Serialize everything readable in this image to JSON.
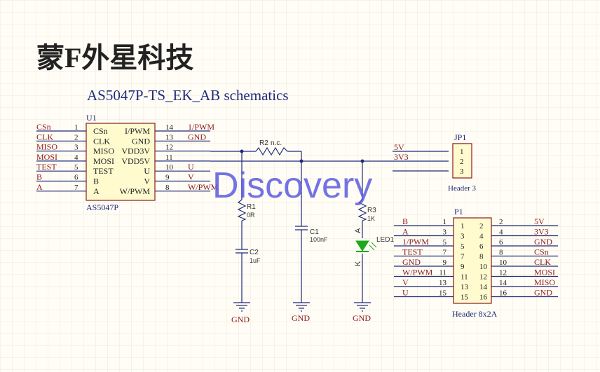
{
  "company": "蒙F外星科技",
  "subtitle": "AS5047P-TS_EK_AB schematics",
  "watermark": "Discovery",
  "u1": {
    "ref": "U1",
    "name": "AS5047P",
    "left_pins": [
      {
        "net": "CSn",
        "num": "1",
        "label": "CSn"
      },
      {
        "net": "CLK",
        "num": "2",
        "label": "CLK"
      },
      {
        "net": "MISO",
        "num": "3",
        "label": "MISO"
      },
      {
        "net": "MOSI",
        "num": "4",
        "label": "MOSI"
      },
      {
        "net": "TEST",
        "num": "5",
        "label": "TEST"
      },
      {
        "net": "B",
        "num": "6",
        "label": "B"
      },
      {
        "net": "A",
        "num": "7",
        "label": "A"
      }
    ],
    "right_pins": [
      {
        "label": "I/PWM",
        "num": "14",
        "net": "1/PWM"
      },
      {
        "label": "GND",
        "num": "13",
        "net": "GND"
      },
      {
        "label": "VDD3V",
        "num": "12",
        "net": ""
      },
      {
        "label": "VDD5V",
        "num": "11",
        "net": ""
      },
      {
        "label": "U",
        "num": "10",
        "net": "U"
      },
      {
        "label": "V",
        "num": "9",
        "net": "V"
      },
      {
        "label": "W/PWM",
        "num": "8",
        "net": "W/PWM"
      }
    ]
  },
  "r1": {
    "ref": "R1",
    "value": "0R"
  },
  "r2": {
    "ref": "R2",
    "value": "n.c."
  },
  "r3": {
    "ref": "R3",
    "value": "1K"
  },
  "c1": {
    "ref": "C1",
    "value": "100nF"
  },
  "c2": {
    "ref": "C2",
    "value": "1uF"
  },
  "led1": {
    "ref": "LED1",
    "anode": "A",
    "cathode": "K"
  },
  "gnd_label": "GND",
  "jp1": {
    "ref": "JP1",
    "name": "Header 3",
    "pins": [
      {
        "num": "1",
        "net": "5V"
      },
      {
        "num": "2",
        "net": "3V3"
      },
      {
        "num": "3",
        "net": ""
      }
    ]
  },
  "p1": {
    "ref": "P1",
    "name": "Header 8x2A",
    "rows": [
      {
        "left_net": "B",
        "left_num": "1",
        "right_num": "2",
        "right_net": "5V"
      },
      {
        "left_net": "A",
        "left_num": "3",
        "right_num": "4",
        "right_net": "3V3"
      },
      {
        "left_net": "1/PWM",
        "left_num": "5",
        "right_num": "6",
        "right_net": "GND"
      },
      {
        "left_net": "TEST",
        "left_num": "7",
        "right_num": "8",
        "right_net": "CSn"
      },
      {
        "left_net": "GND",
        "left_num": "9",
        "right_num": "10",
        "right_net": "CLK"
      },
      {
        "left_net": "W/PWM",
        "left_num": "11",
        "right_num": "12",
        "right_net": "MOSI"
      },
      {
        "left_net": "V",
        "left_num": "13",
        "right_num": "14",
        "right_net": "MISO"
      },
      {
        "left_net": "U",
        "left_num": "15",
        "right_num": "16",
        "right_net": "GND"
      }
    ]
  },
  "colors": {
    "background": "#fffdf5",
    "grid": "#e6e2d4",
    "wire": "#1f2a7a",
    "net_label": "#8b1a1a",
    "component_body": "#fffbcf",
    "led": "#1fa81f",
    "watermark": "#5a5ae0"
  }
}
